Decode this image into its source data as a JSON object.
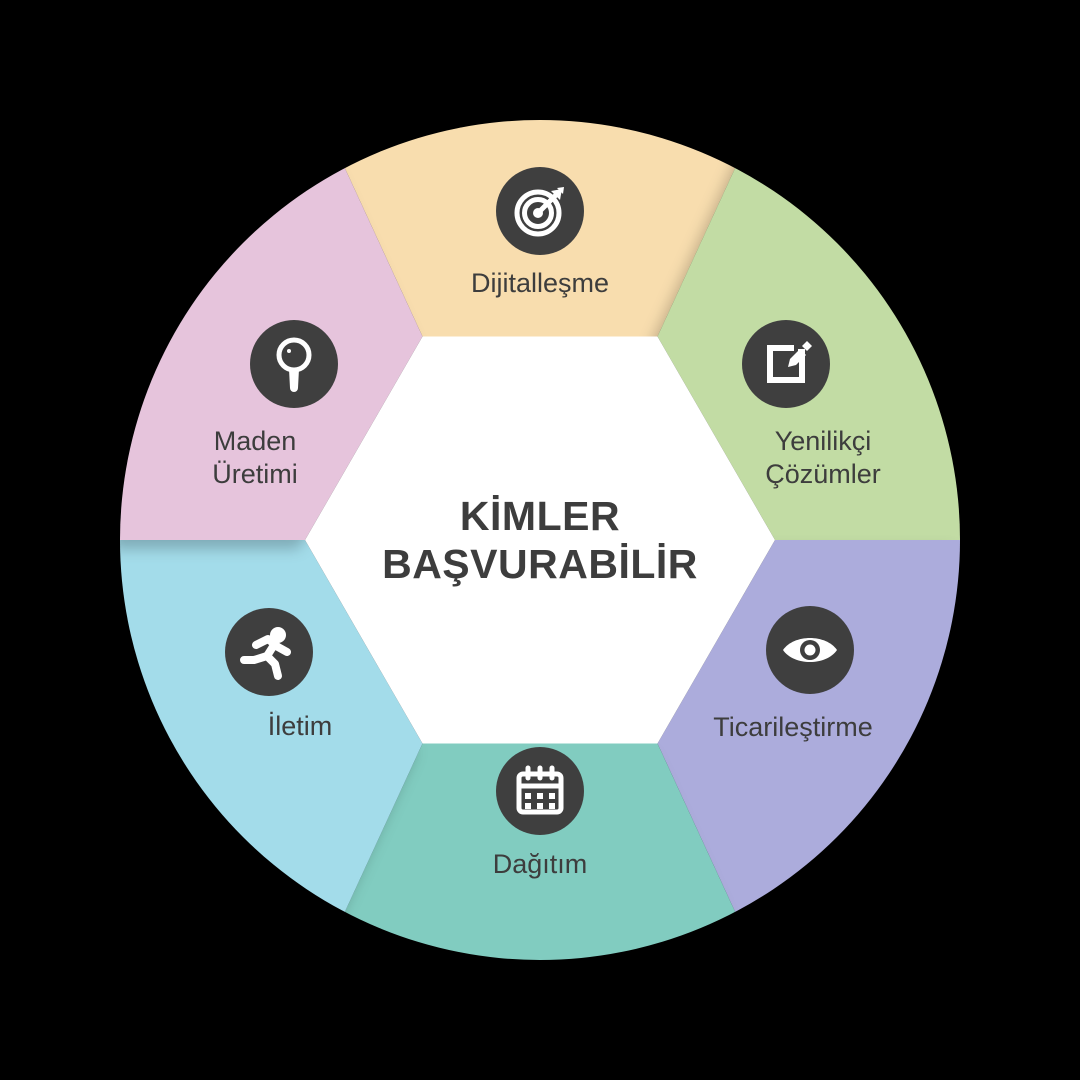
{
  "diagram": {
    "type": "hexagonal-wheel-infographic",
    "background_color": "#000000",
    "center": {
      "line1": "KİMLER",
      "line2": "BAŞVURABİLİR",
      "text_color": "#3d3d3d",
      "fill_color": "#ffffff"
    },
    "icon_disc_color": "#3f3f3f",
    "icon_glyph_color": "#ffffff",
    "segments": [
      {
        "id": "dijitallesme",
        "label": "Dijitalleşme",
        "label_line1": "Dijitalleşme",
        "label_line2": "",
        "color": "#f8ddae",
        "icon": "target-icon",
        "position": "top"
      },
      {
        "id": "yenilikci-cozumler",
        "label": "Yenilikçi Çözümler",
        "label_line1": "Yenilikçi",
        "label_line2": "Çözümler",
        "color": "#c2dca4",
        "icon": "edit-square-icon",
        "position": "top-right"
      },
      {
        "id": "ticarilestirme",
        "label": "Ticarileştirme",
        "label_line1": "Ticarileştirme",
        "label_line2": "",
        "color": "#acacdc",
        "icon": "eye-icon",
        "position": "bottom-right"
      },
      {
        "id": "dagitim",
        "label": "Dağıtım",
        "label_line1": "Dağıtım",
        "label_line2": "",
        "color": "#81ccc0",
        "icon": "calendar-icon",
        "position": "bottom"
      },
      {
        "id": "iletim",
        "label": "İletim",
        "label_line1": "İletim",
        "label_line2": "",
        "color": "#a3dcea",
        "icon": "running-person-icon",
        "position": "bottom-left"
      },
      {
        "id": "maden-uretimi",
        "label": "Maden Üretimi",
        "label_line1": "Maden",
        "label_line2": "Üretimi",
        "color": "#e6c4dc",
        "icon": "magnifier-icon",
        "position": "top-left"
      }
    ]
  }
}
